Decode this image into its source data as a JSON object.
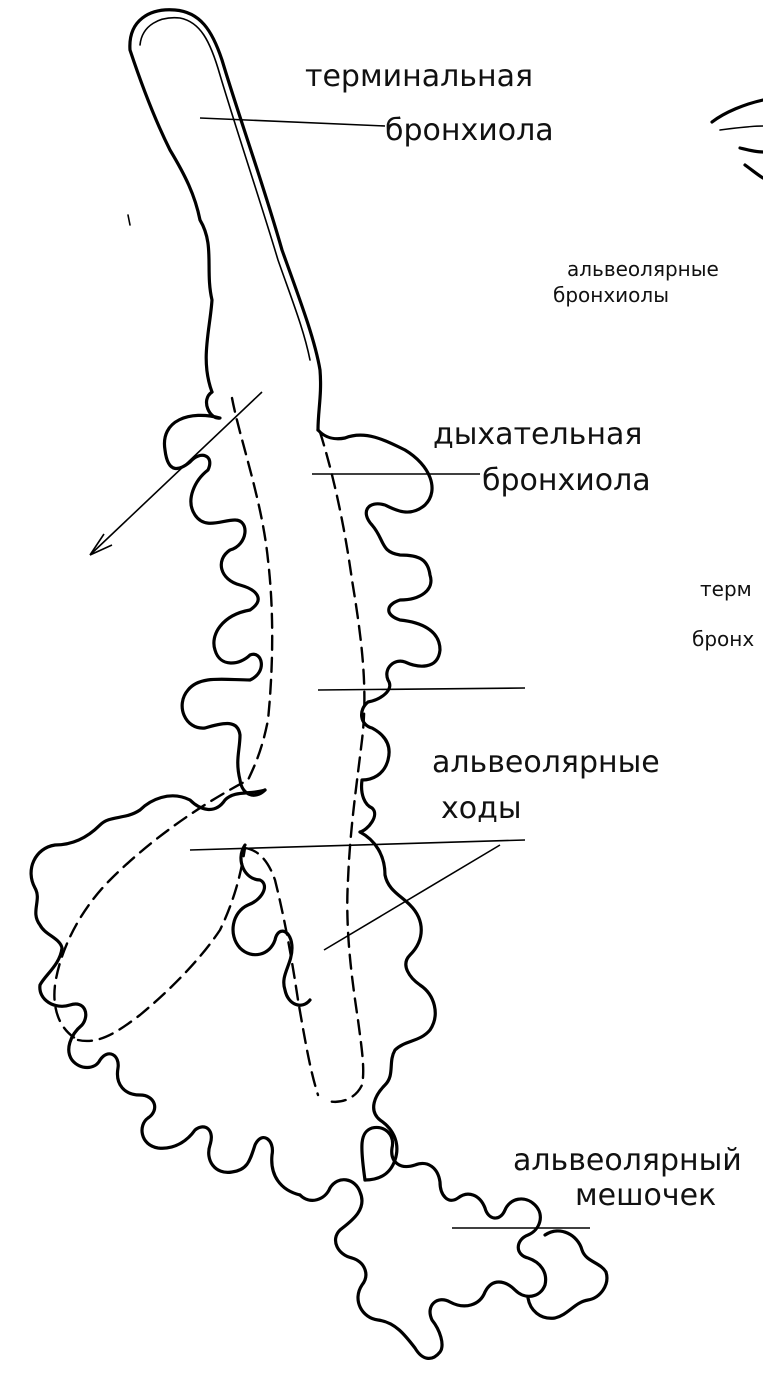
{
  "labels": {
    "terminal_bronchiole_1": "терминальная",
    "terminal_bronchiole_2": "бронхиола",
    "alveolar_bronchioles_1": "альвеолярные",
    "alveolar_bronchioles_2": "бронхиолы",
    "respiratory_bronchiole_1": "дыхательная",
    "respiratory_bronchiole_2": "бронхиола",
    "terminal_partial_1": "терм",
    "terminal_partial_2": "бронх",
    "alveolar_ducts_1": "альвеолярные",
    "alveolar_ducts_2": "ходы",
    "alveolar_sac_1": "альвеолярный",
    "alveolar_sac_2": "мешочек"
  }
}
